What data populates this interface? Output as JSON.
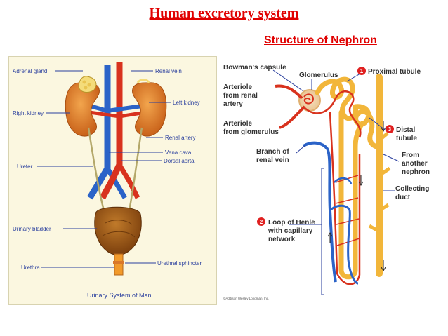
{
  "slide": {
    "title": "Human excretory system",
    "subtitle": "Structure of Nephron"
  },
  "excretory_diagram": {
    "labels": {
      "adrenal_gland": "Adrenal gland",
      "right_kidney": "Right kidney",
      "ureter": "Ureter",
      "urinary_bladder": "Urinary bladder",
      "urethra": "Urethra",
      "renal_vein": "Renal vein",
      "left_kidney": "Left kidney",
      "renal_artery": "Renal artery",
      "vena_cava": "Vena cava",
      "dorsal_aorta": "Dorsal aorta",
      "urethral_sphincter": "Urethral sphincter"
    },
    "caption": "Urinary System of Man"
  },
  "nephron_diagram": {
    "labels": {
      "bowmans_capsule": "Bowman's capsule",
      "glomerulus": "Glomerulus",
      "proximal_tubule": "Proximal tubule",
      "arteriole_renal_1": "Arteriole",
      "arteriole_renal_2": "from renal",
      "arteriole_renal_3": "artery",
      "arteriole_glom_1": "Arteriole",
      "arteriole_glom_2": "from glomerulus",
      "distal_tubule_1": "Distal",
      "distal_tubule_2": "tubule",
      "branch_vein_1": "Branch of",
      "branch_vein_2": "renal vein",
      "from_nephron_1": "From",
      "from_nephron_2": "another",
      "from_nephron_3": "nephron",
      "collecting_duct_1": "Collecting",
      "collecting_duct_2": "duct",
      "loop_henle_1": "Loop of Henle",
      "loop_henle_2": "with capillary",
      "loop_henle_3": "network"
    },
    "badges": {
      "one": "1",
      "two": "2",
      "three": "3"
    },
    "credit": "©Addison Wesley Longman, Inc."
  },
  "colors": {
    "title_red": "#e00000",
    "label_blue": "#2a3f9e",
    "vein_blue": "#2b63c8",
    "artery_red": "#d8321e",
    "kidney_orange": "#d9782a",
    "tubule_yellow": "#f2b63a",
    "bladder_brown": "#9a5414"
  }
}
